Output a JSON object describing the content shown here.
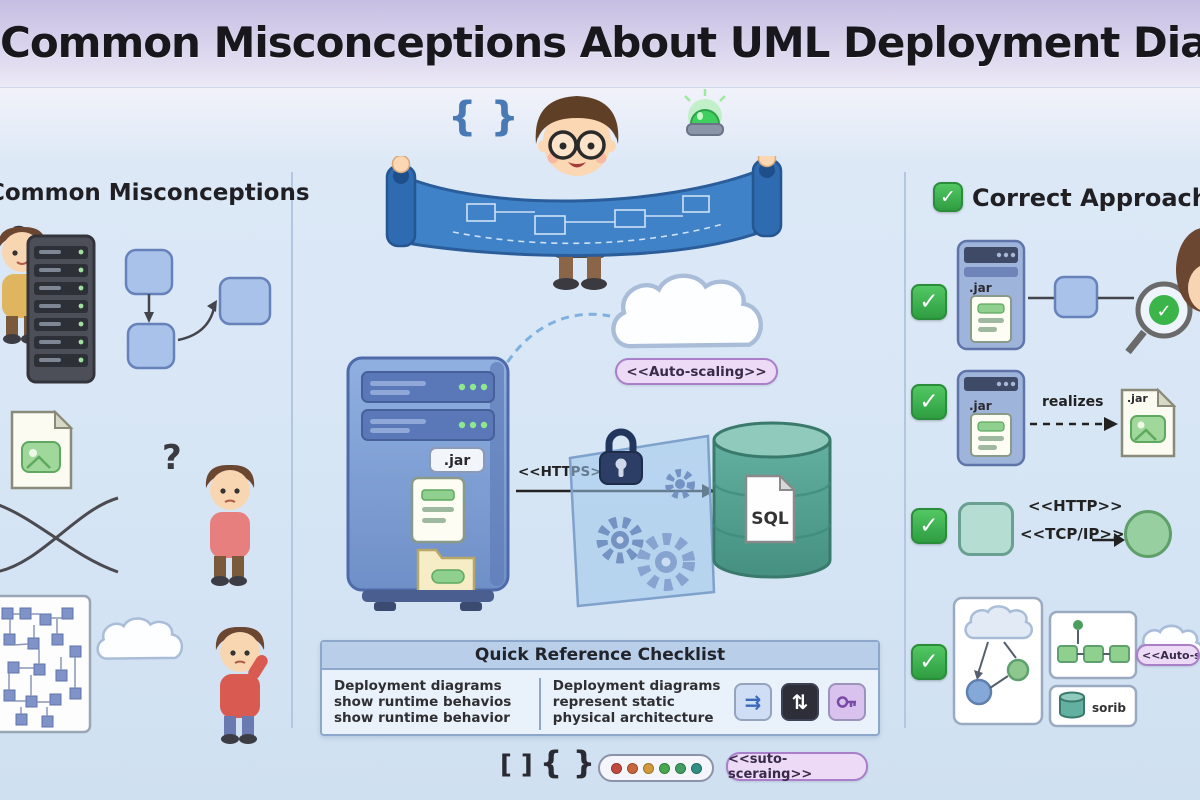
{
  "title": "Common Misconceptions About UML Deployment Diagrams",
  "sections": {
    "left_header": "Common Misconceptions",
    "right_header": "Correct Approach"
  },
  "icons": {
    "check": "✓",
    "question": "?",
    "braces": "{ }",
    "brackets": "[ ]",
    "double_arrow": "⇉",
    "updown_arrow": "⇅"
  },
  "labels": {
    "jar": ".jar",
    "https": "<<HTTPS>>",
    "auto_scaling": "<<Auto-scaling>>",
    "sql": "SQL",
    "http": "<<HTTP>>",
    "tcpip": "<<TCP/IP>>",
    "realizes": "realizes",
    "garbled_auto_scaling": "<<suto-sceraing>>",
    "garbled_db": "sorib"
  },
  "checklist": {
    "title": "Quick Reference Checklist",
    "left": [
      "Deployment diagrams",
      "show runtime behavios",
      "show runtime behavior"
    ],
    "right": [
      "Deployment diagrams",
      "represent static",
      "physical architecture"
    ]
  },
  "colors": {
    "banner_lavender": "#c6bee3",
    "background_blue": "#d7e6f5",
    "check_green": "#3bb54a",
    "pill_purple_bg": "#ecdaf6",
    "pill_purple_border": "#a87fc8",
    "server_blue": "#7e9ed6",
    "database_teal": "#55a795",
    "dot_colors": [
      "#c24a3f",
      "#c9653a",
      "#d29a3a",
      "#47a84f",
      "#3f9f63",
      "#2f8f85"
    ]
  }
}
